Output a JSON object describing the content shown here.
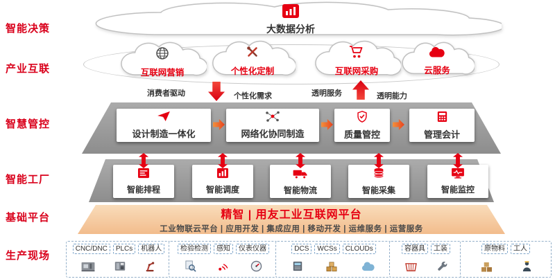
{
  "colors": {
    "accent_red": "#e60012",
    "arrow_orange": "#ee6a2a",
    "platform_gray": "#9c9c9c",
    "platform_peach": "#f5c9a2"
  },
  "left_labels": [
    "智能决策",
    "产业互联",
    "智慧管控",
    "智能工厂",
    "基础平台",
    "生产现场"
  ],
  "decision": {
    "title": "大数据分析",
    "icon": "bar-chart-icon"
  },
  "industry_clouds": [
    {
      "label": "互联网营销",
      "icon": "globe-icon"
    },
    {
      "label": "个性化定制",
      "icon": "tools-icon"
    },
    {
      "label": "互联网采购",
      "icon": "cart-icon"
    },
    {
      "label": "云服务",
      "icon": "cloud-icon"
    }
  ],
  "flow": {
    "consumer_driven": "消费者驱动",
    "personalized_demand": "个性化需求",
    "transparent_service": "透明服务",
    "transparent_capability": "透明能力"
  },
  "management": {
    "boxes": [
      {
        "label": "设计制造一体化",
        "icon": "paper-plane-icon"
      },
      {
        "label": "网络化协同制造",
        "icon": "network-icon"
      },
      {
        "label": "质量管控",
        "icon": "shield-check-icon"
      },
      {
        "label": "管理会计",
        "icon": "calculator-icon"
      }
    ]
  },
  "factory": {
    "boxes": [
      {
        "label": "智能排程",
        "icon": "schedule-icon"
      },
      {
        "label": "智能调度",
        "icon": "dispatch-chart-icon"
      },
      {
        "label": "智能物流",
        "icon": "truck-icon"
      },
      {
        "label": "智能采集",
        "icon": "database-icon"
      },
      {
        "label": "智能监控",
        "icon": "monitor-pulse-icon"
      }
    ]
  },
  "platform": {
    "title": "精智 | 用友工业互联网平台",
    "services": "工业物联云平台 | 应用开发 | 集成应用 | 移动开发 | 运维服务 | 运营服务"
  },
  "production": {
    "groups": [
      {
        "items": [
          {
            "label": "CNC/DNC",
            "icon": "cnc-machine-icon"
          },
          {
            "label": "PLCs",
            "icon": "plc-icon"
          },
          {
            "label": "机器人",
            "icon": "robot-arm-icon"
          }
        ]
      },
      {
        "items": [
          {
            "label": "检验检测",
            "icon": "inspection-icon"
          },
          {
            "label": "感知",
            "icon": "sensor-icon"
          },
          {
            "label": "仪表仪器",
            "icon": "gauge-icon"
          }
        ]
      },
      {
        "items": [
          {
            "label": "DCS",
            "icon": "dcs-cabinet-icon"
          },
          {
            "label": "WCSs",
            "icon": "warehouse-boxes-icon"
          },
          {
            "label": "CLOUDs",
            "icon": "cloud-server-icon"
          }
        ]
      },
      {
        "items": [
          {
            "label": "容器具",
            "icon": "container-icon"
          },
          {
            "label": "工装",
            "icon": "wrench-icon"
          }
        ]
      },
      {
        "items": [
          {
            "label": "原物料",
            "icon": "materials-icon"
          },
          {
            "label": "工人",
            "icon": "worker-icon"
          }
        ]
      }
    ]
  }
}
